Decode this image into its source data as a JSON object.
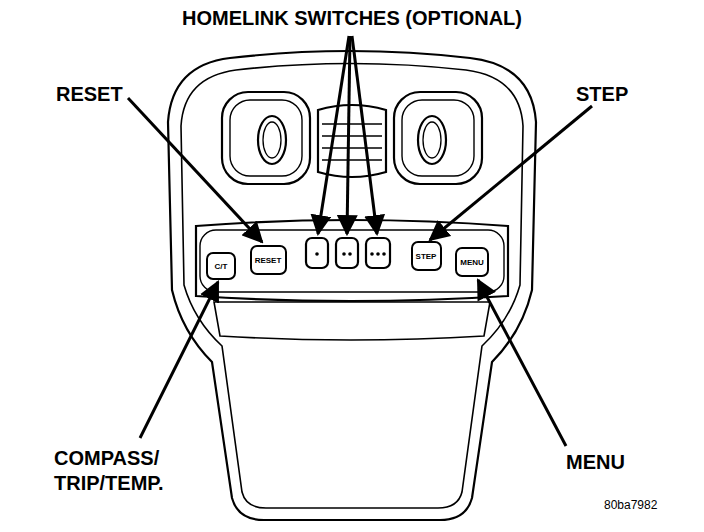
{
  "diagram": {
    "nodes": [
      {
        "text": [
          "C/T"
        ]
      },
      {
        "text": [
          "RESET"
        ]
      },
      {
        "text": [
          "STEP"
        ]
      },
      {
        "text": [
          "MENU"
        ]
      }
    ],
    "labels": [
      "HOMELINK SWITCHES (OPTIONAL)",
      "RESET",
      "STEP",
      "COMPASS/ TRIP/TEMP.",
      "MENU",
      "80ba7982"
    ]
  }
}
